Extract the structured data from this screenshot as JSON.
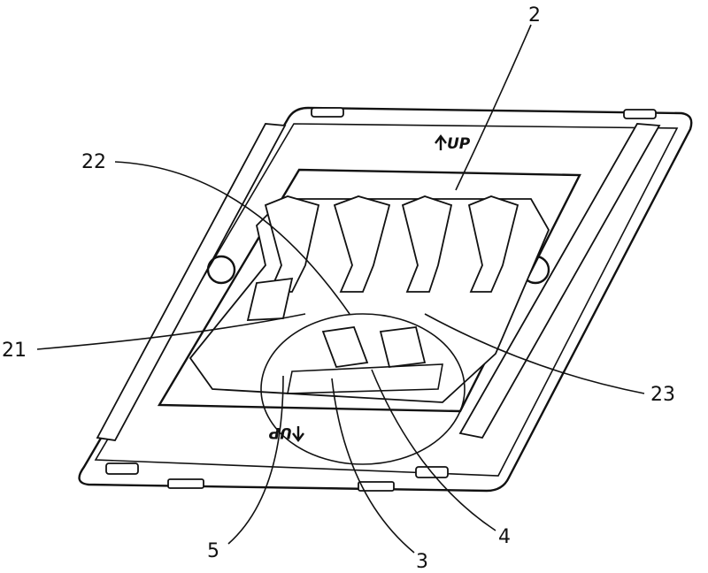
{
  "figure": {
    "markings": {
      "up_top": "UP",
      "up_bottom": "UP"
    },
    "reference_numerals": {
      "n2": "2",
      "n22": "22",
      "n21": "21",
      "n23": "23",
      "n5": "5",
      "n3": "3",
      "n4": "4"
    }
  }
}
